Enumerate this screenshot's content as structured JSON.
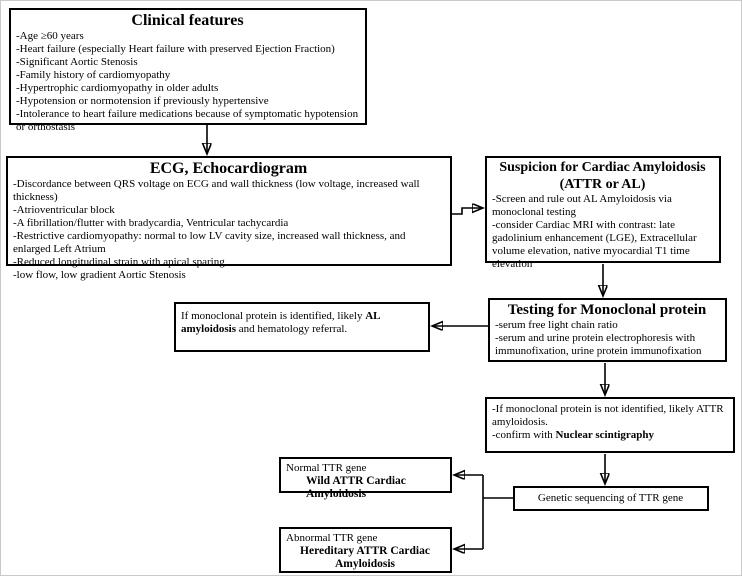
{
  "boxes": {
    "clinical": {
      "title": "Clinical features",
      "items": [
        "-Age ≥60 years",
        "-Heart failure (especially Heart failure with preserved Ejection Fraction)",
        "-Significant Aortic Stenosis",
        "-Family history of cardiomyopathy",
        "-Hypertrophic cardiomyopathy in older adults",
        "-Hypotension or normotension if previously hypertensive",
        "-Intolerance to heart failure medications because of symptomatic hypotension or orthostasis"
      ]
    },
    "ecg": {
      "title": "ECG, Echocardiogram",
      "items": [
        "-Discordance between QRS voltage on ECG and wall thickness (low voltage, increased wall thickness)",
        "-Atrioventricular block",
        "-A fibrillation/flutter with bradycardia, Ventricular tachycardia",
        "-Restrictive cardiomyopathy: normal to low LV cavity size, increased wall thickness, and enlarged Left Atrium",
        "-Reduced longitudinal strain with apical sparing",
        "-low flow, low gradient Aortic Stenosis"
      ]
    },
    "suspicion": {
      "title_line1": "Suspicion for Cardiac Amyloidosis",
      "title_line2": "(ATTR or AL)",
      "items": [
        "-Screen and rule out AL Amyloidosis via monoclonal testing",
        "-consider Cardiac MRI with contrast: late gadolinium enhancement (LGE), Extracellular volume elevation, native myocardial T1 time elevation"
      ]
    },
    "testing": {
      "title": "Testing for Monoclonal protein",
      "items": [
        "-serum free light chain ratio",
        "-serum and urine protein electrophoresis with immunofixation, urine protein immunofixation"
      ]
    },
    "al_result": {
      "pre": "If monoclonal protein is identified, likely ",
      "bold": "AL amyloidosis",
      "post": " and hematology referral."
    },
    "attr_result": {
      "line1": "-If monoclonal protein is not identified, likely ATTR amyloidosis.",
      "line2_pre": "-confirm with ",
      "line2_bold": "Nuclear scintigraphy"
    },
    "genetic": {
      "label": "Genetic sequencing of TTR gene"
    },
    "wild": {
      "line1": "Normal TTR gene",
      "line2": "Wild ATTR Cardiac Amyloidosis"
    },
    "hereditary": {
      "line1": "Abnormal TTR gene",
      "line2": "Hereditary ATTR Cardiac Amyloidosis"
    }
  }
}
